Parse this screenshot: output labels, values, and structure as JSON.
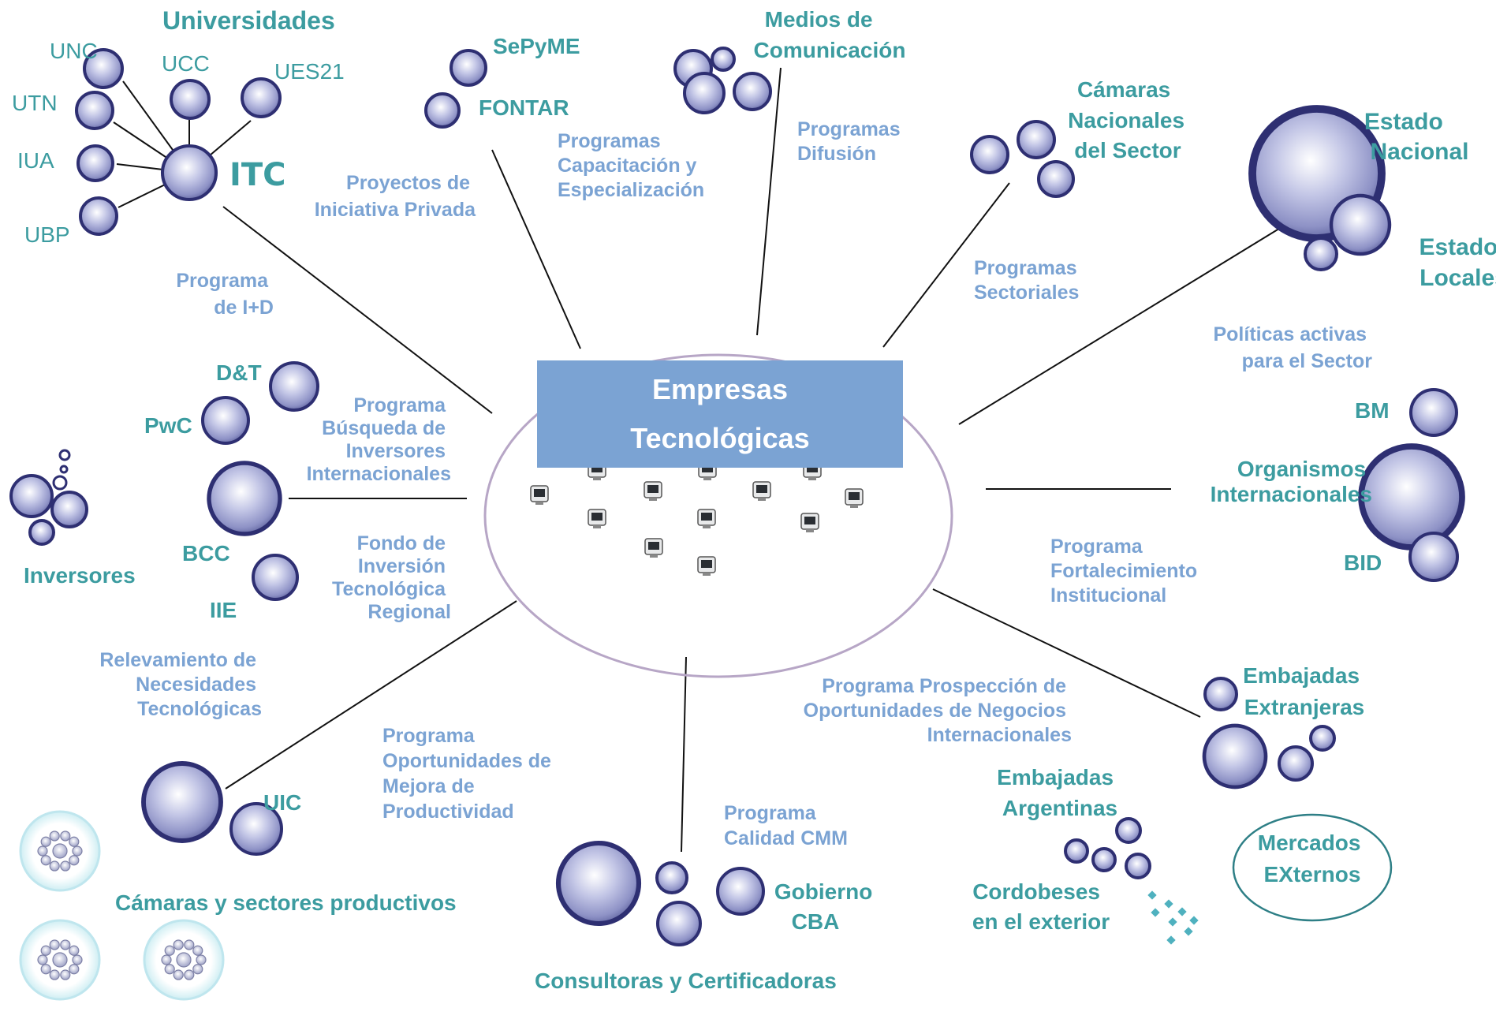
{
  "colors": {
    "teal": "#3c9ca0",
    "program_blue": "#7ba3d3",
    "node_ring": "#2e2f72",
    "line": "#111111"
  },
  "center": {
    "line1": "Empresas",
    "line2": "Tecnológicas"
  },
  "nodes": {
    "universidades": "Universidades",
    "unc": "UNC",
    "ucc": "UCC",
    "ues21": "UES21",
    "utn": "UTN",
    "iua": "IUA",
    "ubp": "UBP",
    "itc": "ITC",
    "sepyme": "SePyME",
    "fontar": "FONTAR",
    "medios": [
      "Medios de",
      "Comunicación"
    ],
    "camaras_nacionales": [
      "Cámaras",
      "Nacionales",
      "del Sector"
    ],
    "estado_nacional": [
      "Estado",
      "Nacional"
    ],
    "estados_locales": [
      "Estados",
      "Locales"
    ],
    "dt": "D&T",
    "pwc": "PwC",
    "bcc": "BCC",
    "iie": "IIE",
    "inversores": "Inversores",
    "bm": "BM",
    "organismos": [
      "Organismos",
      "Internacionales"
    ],
    "bid": "BID",
    "embajadas_extranjeras": [
      "Embajadas",
      "Extranjeras"
    ],
    "embajadas_argentinas": [
      "Embajadas",
      "Argentinas"
    ],
    "cordobeses": [
      "Cordobeses",
      "en el exterior"
    ],
    "mercados": [
      "Mercados",
      "EXternos"
    ],
    "uic": "UIC",
    "camaras_productivos": "Cámaras y sectores productivos",
    "gobierno": [
      "Gobierno",
      "CBA"
    ],
    "consultoras": "Consultoras y Certificadoras"
  },
  "programs": {
    "proyectos": [
      "Proyectos de",
      "Iniciativa Privada"
    ],
    "id": [
      "Programa",
      "de I+D"
    ],
    "capacitacion": [
      "Programas",
      "Capacitación y",
      "Especialización"
    ],
    "difusion": [
      "Programas",
      "Difusión"
    ],
    "sectoriales": [
      "Programas",
      "Sectoriales"
    ],
    "politicas": [
      "Políticas activas",
      "para el Sector"
    ],
    "busqueda": [
      "Programa",
      "Búsqueda de",
      "Inversores",
      "Internacionales"
    ],
    "fondo": [
      "Fondo de",
      "Inversión",
      "Tecnológica",
      "Regional"
    ],
    "fortalecimiento": [
      "Programa",
      "Fortalecimiento",
      "Institucional"
    ],
    "relevamiento": [
      "Relevamiento de",
      "Necesidades",
      "Tecnológicas"
    ],
    "prospeccion": [
      "Programa Prospección de",
      "Oportunidades de Negocios",
      "Internacionales"
    ],
    "oportunidades": [
      "Programa",
      "Oportunidades de",
      "Mejora de",
      "Productividad"
    ],
    "calidad": [
      "Programa",
      "Calidad CMM"
    ]
  }
}
